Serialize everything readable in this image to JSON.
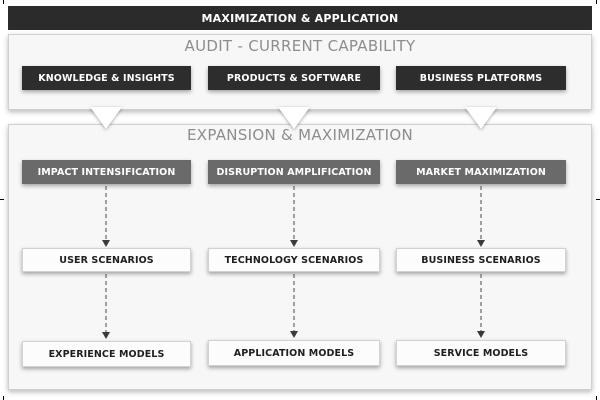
{
  "header": {
    "title": "MAXIMIZATION & APPLICATION"
  },
  "audit": {
    "title": "AUDIT - CURRENT CAPABILITY",
    "items": [
      "KNOWLEDGE & INSIGHTS",
      "PRODUCTS & SOFTWARE",
      "BUSINESS PLATFORMS"
    ]
  },
  "expansion": {
    "title": "EXPANSION & MAXIMIZATION",
    "columns": [
      {
        "head": "IMPACT INTENSIFICATION",
        "scenario": "USER SCENARIOS",
        "model": "EXPERIENCE MODELS"
      },
      {
        "head": "DISRUPTION AMPLIFICATION",
        "scenario": "TECHNOLOGY SCENARIOS",
        "model": "APPLICATION MODELS"
      },
      {
        "head": "MARKET MAXIMIZATION",
        "scenario": "BUSINESS SCENARIOS",
        "model": "SERVICE MODELS"
      }
    ]
  },
  "colors": {
    "dark_box": "#2d2d2d",
    "gray_box": "#6a6a6a",
    "light_box": "#fcfcfc",
    "title_text": "#8d8d8d",
    "panel_bg": "#f7f7f7"
  }
}
